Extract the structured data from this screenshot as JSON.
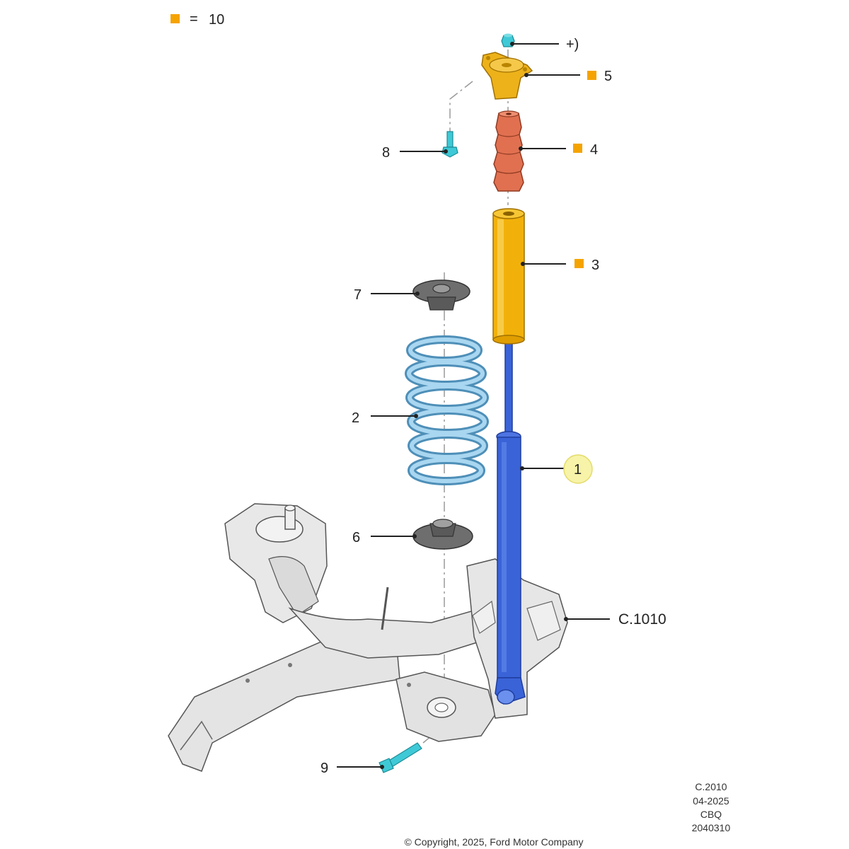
{
  "legend": {
    "marker_color": "#F5A300",
    "equals": "=",
    "value": "10"
  },
  "callouts": {
    "plus_note": "+)",
    "part_5": "5",
    "part_4": "4",
    "part_3": "3",
    "part_8": "8",
    "part_7": "7",
    "part_2": "2",
    "part_1": "1",
    "part_6": "6",
    "assembly_ref": "C.1010",
    "part_9": "9"
  },
  "footer": {
    "ref_code": "C.2010",
    "date": "04-2025",
    "code": "CBQ",
    "number": "2040310",
    "copyright": "© Copyright, 2025, Ford Motor Company"
  },
  "colors": {
    "legend_marker": "#F5A300",
    "shock_absorber": "#3A63D8",
    "coil_spring": "#8FC4E6",
    "dust_cover": "#F2B10A",
    "bump_stop": "#E07050",
    "top_mount": "#EDB21A",
    "fastener": "#3FC9D6",
    "spring_seat": "#6E6E6E",
    "axle_beam": "#E2E2E2",
    "highlight_circle": "#F7F3A8"
  }
}
